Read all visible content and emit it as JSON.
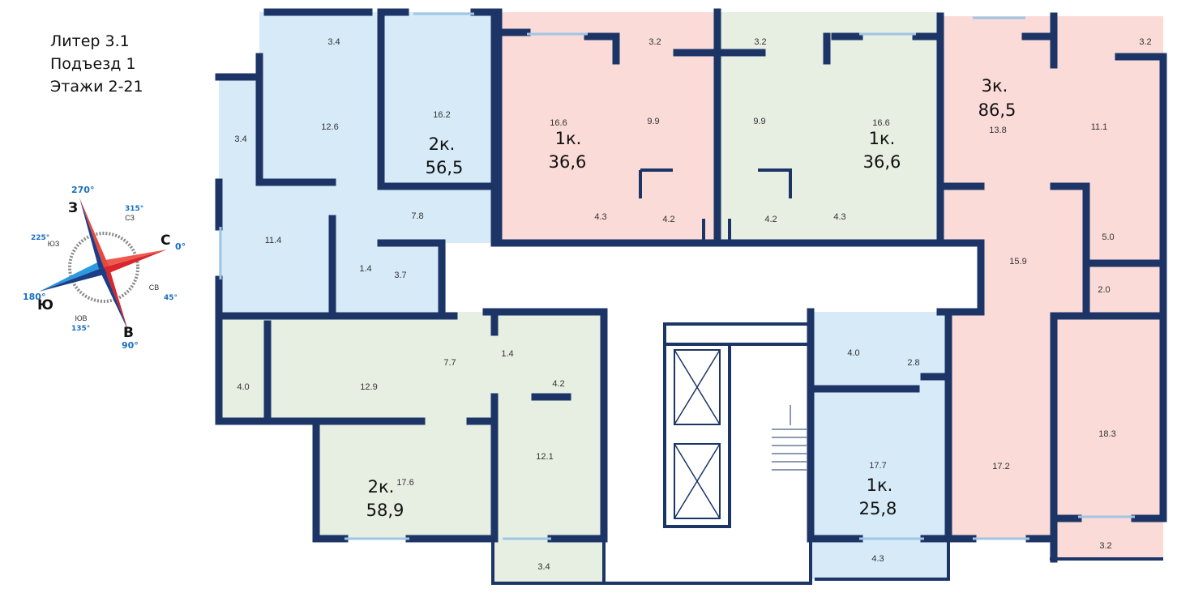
{
  "header": {
    "liter": "Литер 3.1",
    "entrance": "Подъезд 1",
    "floors": "Этажи 2-21"
  },
  "compass": {
    "north": "С",
    "north_deg": "0°",
    "east": "В",
    "east_deg": "90°",
    "south": "Ю",
    "south_deg": "180°",
    "west": "З",
    "west_deg": "270°",
    "ne": "СВ",
    "ne_deg": "45°",
    "se": "ЮВ",
    "se_deg": "135°",
    "sw": "ЮЗ",
    "sw_deg": "225°",
    "nw": "СЗ",
    "nw_deg": "315°"
  },
  "colors": {
    "blue": "#d6eaf7",
    "pink": "#fadbd8",
    "green": "#e6efe1",
    "wall": "#1c3566"
  },
  "apartments": [
    {
      "type": "2к.",
      "area": "56,5",
      "color": "blue"
    },
    {
      "type": "1к.",
      "area": "36,6",
      "color": "pink"
    },
    {
      "type": "1к.",
      "area": "36,6",
      "color": "green"
    },
    {
      "type": "3к.",
      "area": "86,5",
      "color": "pink"
    },
    {
      "type": "1к.",
      "area": "25,8",
      "color": "blue"
    },
    {
      "type": "2к.",
      "area": "58,9",
      "color": "green"
    }
  ],
  "rooms": [
    "3.4",
    "12.6",
    "16.2",
    "3.4",
    "11.4",
    "7.8",
    "1.4",
    "3.7",
    "16.6",
    "9.9",
    "3.2",
    "4.3",
    "4.2",
    "3.2",
    "9.9",
    "16.6",
    "4.2",
    "4.3",
    "3.2",
    "13.8",
    "11.1",
    "5.0",
    "15.9",
    "2.0",
    "17.2",
    "18.3",
    "3.2",
    "4.0",
    "2.8",
    "17.7",
    "4.3",
    "4.0",
    "12.9",
    "7.7",
    "1.4",
    "4.2",
    "12.1",
    "17.6",
    "3.4"
  ]
}
